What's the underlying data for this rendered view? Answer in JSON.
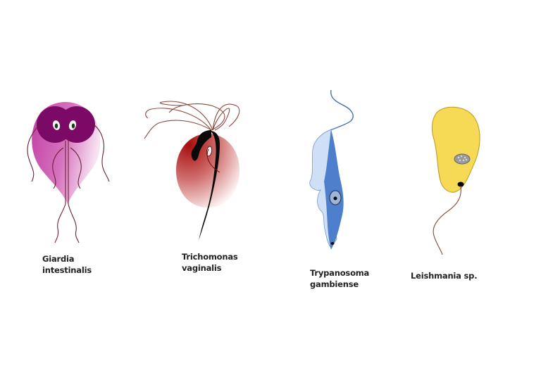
{
  "diagram": {
    "background": "#ffffff",
    "organisms": [
      {
        "id": "giardia",
        "label_lines": [
          "Giardia",
          "intestinalis"
        ],
        "colors": {
          "body": "#c23fa3",
          "body_light": "#f3d3ec",
          "nucleus_lobes": "#7a0a66",
          "flagella": "#6e2038"
        }
      },
      {
        "id": "trichomonas",
        "label_lines": [
          "Trichomonas",
          "vaginalis"
        ],
        "colors": {
          "body": "#b01818",
          "body_light": "#fbeeee",
          "axostyle": "#0a0a0a",
          "flagella": "#8a4a40"
        }
      },
      {
        "id": "trypanosoma",
        "label_lines": [
          "Trypanosoma",
          "gambiense"
        ],
        "colors": {
          "body": "#4d7fcc",
          "membrane": "#cfe0f6",
          "nucleus": "#9fb5d6",
          "flagellum": "#3a6aa8"
        }
      },
      {
        "id": "leishmania",
        "label_lines": [
          "Leishmania sp."
        ],
        "colors": {
          "body": "#f6d955",
          "outline": "#b89a20",
          "nucleus": "#9a9a9a",
          "kinetoplast": "#000000",
          "flagellum": "#7a4a30"
        }
      }
    ]
  }
}
